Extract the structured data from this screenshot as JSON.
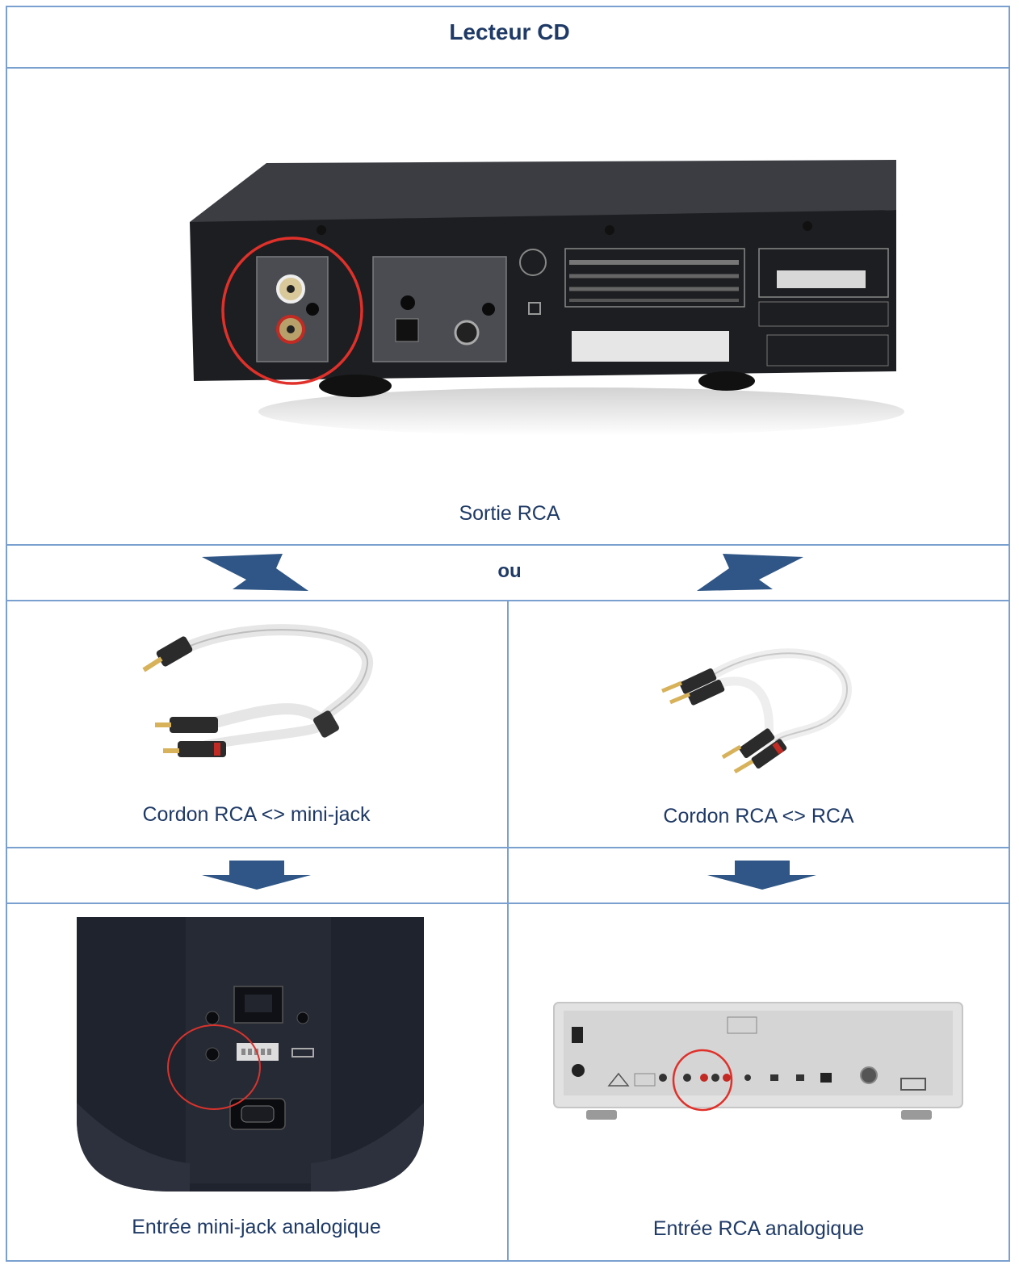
{
  "header": {
    "title": "Lecteur CD"
  },
  "source": {
    "caption": "Sortie RCA"
  },
  "connector": {
    "text": "ou"
  },
  "cables": {
    "left_caption": "Cordon RCA <> mini-jack",
    "right_caption": "Cordon RCA <> RCA"
  },
  "destinations": {
    "left_caption": "Entrée mini-jack analogique",
    "right_caption": "Entrée RCA analogique"
  },
  "colors": {
    "border": "#7aa0cf",
    "text": "#1f3a66",
    "arrow": "#2f5686",
    "highlight": "#e0302a"
  },
  "icons": [
    "down-right-arrow-icon",
    "down-left-arrow-icon",
    "down-arrow-icon"
  ]
}
